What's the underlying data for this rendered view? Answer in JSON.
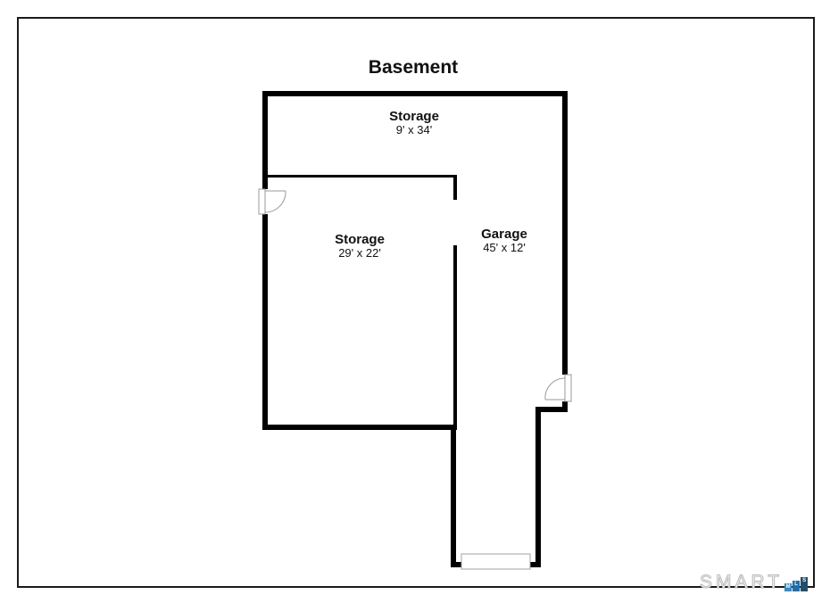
{
  "floor_title": "Basement",
  "rooms": [
    {
      "name": "Storage",
      "dimensions": "9' x 34'"
    },
    {
      "name": "Storage",
      "dimensions": "29' x 22'"
    },
    {
      "name": "Garage",
      "dimensions": "45' x 12'"
    }
  ],
  "logo": {
    "text": "SMART",
    "blocks": [
      "M",
      "L",
      "S"
    ],
    "colors": [
      "#2a8fd6",
      "#1f6fae",
      "#1d4f73"
    ]
  },
  "colors": {
    "wall": "#000000",
    "frame": "#1a1a1a",
    "door": "#9a9a9a",
    "background": "#ffffff"
  }
}
